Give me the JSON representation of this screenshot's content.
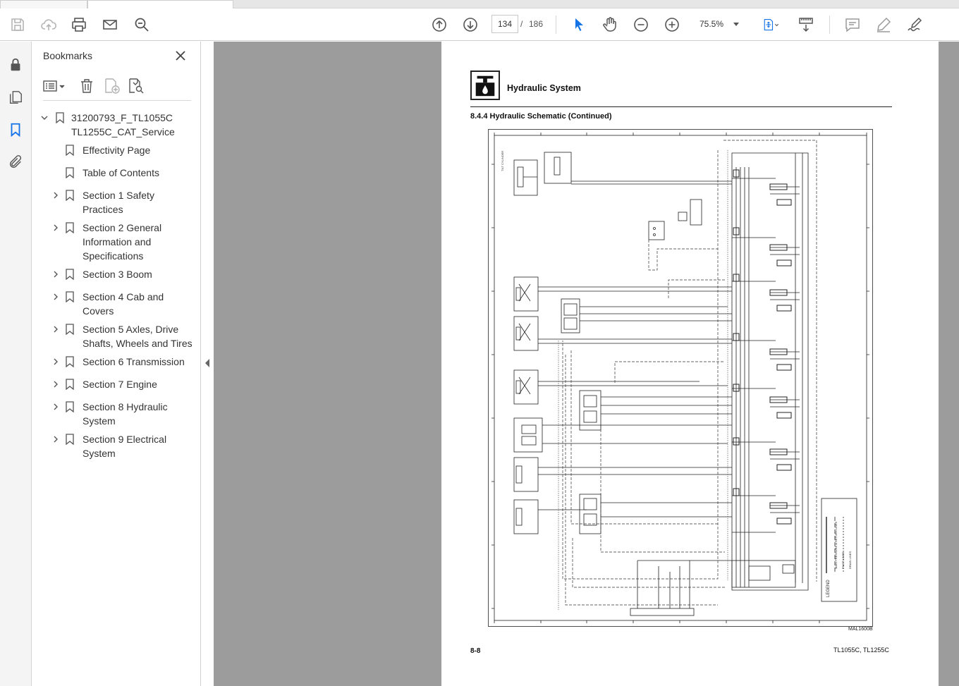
{
  "toolbar": {
    "page_current": "134",
    "page_separator": "/",
    "page_total": "186",
    "zoom": "75.5%"
  },
  "bookmarks": {
    "title": "Bookmarks",
    "items": [
      {
        "label": "31200793_F_TL1055C TL1255C_CAT_Service",
        "expandable": true,
        "expanded": true
      },
      {
        "label": "Effectivity Page",
        "expandable": false
      },
      {
        "label": "Table of Contents",
        "expandable": false
      },
      {
        "label": "Section 1 Safety Practices",
        "expandable": true
      },
      {
        "label": "Section 2 General Information and Specifications",
        "expandable": true
      },
      {
        "label": "Section 3 Boom",
        "expandable": true
      },
      {
        "label": "Section 4 Cab and Covers",
        "expandable": true
      },
      {
        "label": "Section 5 Axles, Drive Shafts, Wheels and Tires",
        "expandable": true
      },
      {
        "label": "Section 6 Transmission",
        "expandable": true
      },
      {
        "label": "Section 7 Engine",
        "expandable": true
      },
      {
        "label": "Section 8 Hydraulic System",
        "expandable": true
      },
      {
        "label": "Section 9 Electrical System",
        "expandable": true
      }
    ]
  },
  "document": {
    "header_title": "Hydraulic System",
    "section_title": "8.4.4 Hydraulic Schematic (Continued)",
    "figure_id": "MAL1600B",
    "footer_page": "8-8",
    "footer_models": "TL1055C, TL1255C",
    "legend": {
      "title": "LEGEND",
      "items": [
        "MAIN PRESSURE & RETURN LINES",
        "PILOT LINES",
        "DRAIN LINES"
      ]
    }
  },
  "icons": [
    "save-icon",
    "cloud-upload-icon",
    "print-icon",
    "email-icon",
    "zoom-search-icon",
    "page-up-icon",
    "page-down-icon",
    "select-cursor-icon",
    "hand-tool-icon",
    "zoom-out-icon",
    "zoom-in-icon",
    "fit-page-icon",
    "scroll-mode-icon",
    "comment-icon",
    "highlight-icon",
    "sign-icon",
    "lock-icon",
    "pages-icon",
    "bookmark-icon",
    "attachment-icon"
  ],
  "colors": {
    "accent": "#1473e6",
    "panel_bg": "#ffffff",
    "doc_bg": "#9c9c9c"
  }
}
